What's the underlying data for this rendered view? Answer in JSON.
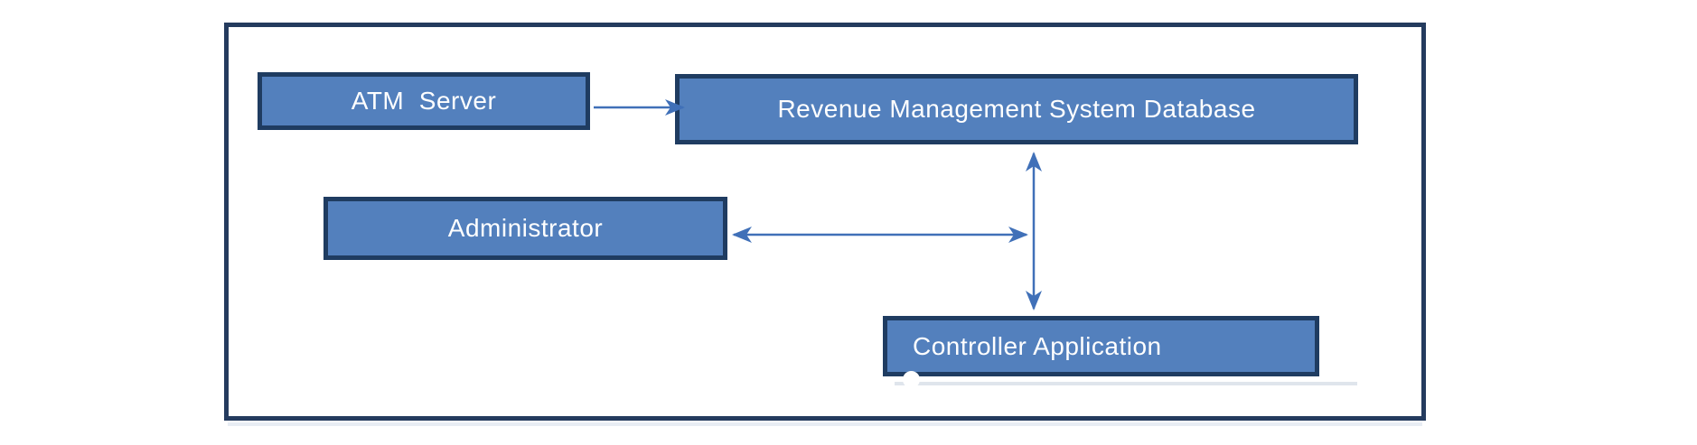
{
  "diagram": {
    "type": "block-diagram",
    "frame": {
      "name": "system-boundary"
    },
    "nodes": [
      {
        "id": "atm-server",
        "label": "ATM  Server"
      },
      {
        "id": "rms-database",
        "label": "Revenue Management System Database"
      },
      {
        "id": "administrator",
        "label": "Administrator"
      },
      {
        "id": "controller-application",
        "label": "Controller Application"
      }
    ],
    "edges": [
      {
        "id": "atm-to-database",
        "from": "atm-server",
        "to": "rms-database",
        "arrows": "end"
      },
      {
        "id": "administrator-link",
        "from": "administrator",
        "to": "database-controller-connector",
        "arrows": "both"
      },
      {
        "id": "database-to-controller",
        "from": "rms-database",
        "to": "controller-application",
        "arrows": "both"
      }
    ],
    "colors": {
      "node_fill": "#5380BD",
      "node_border": "#1F3C61",
      "frame_border": "#243B5E",
      "arrow": "#4070B8",
      "label_text": "#FFFFFF",
      "background": "#FFFFFF"
    }
  }
}
